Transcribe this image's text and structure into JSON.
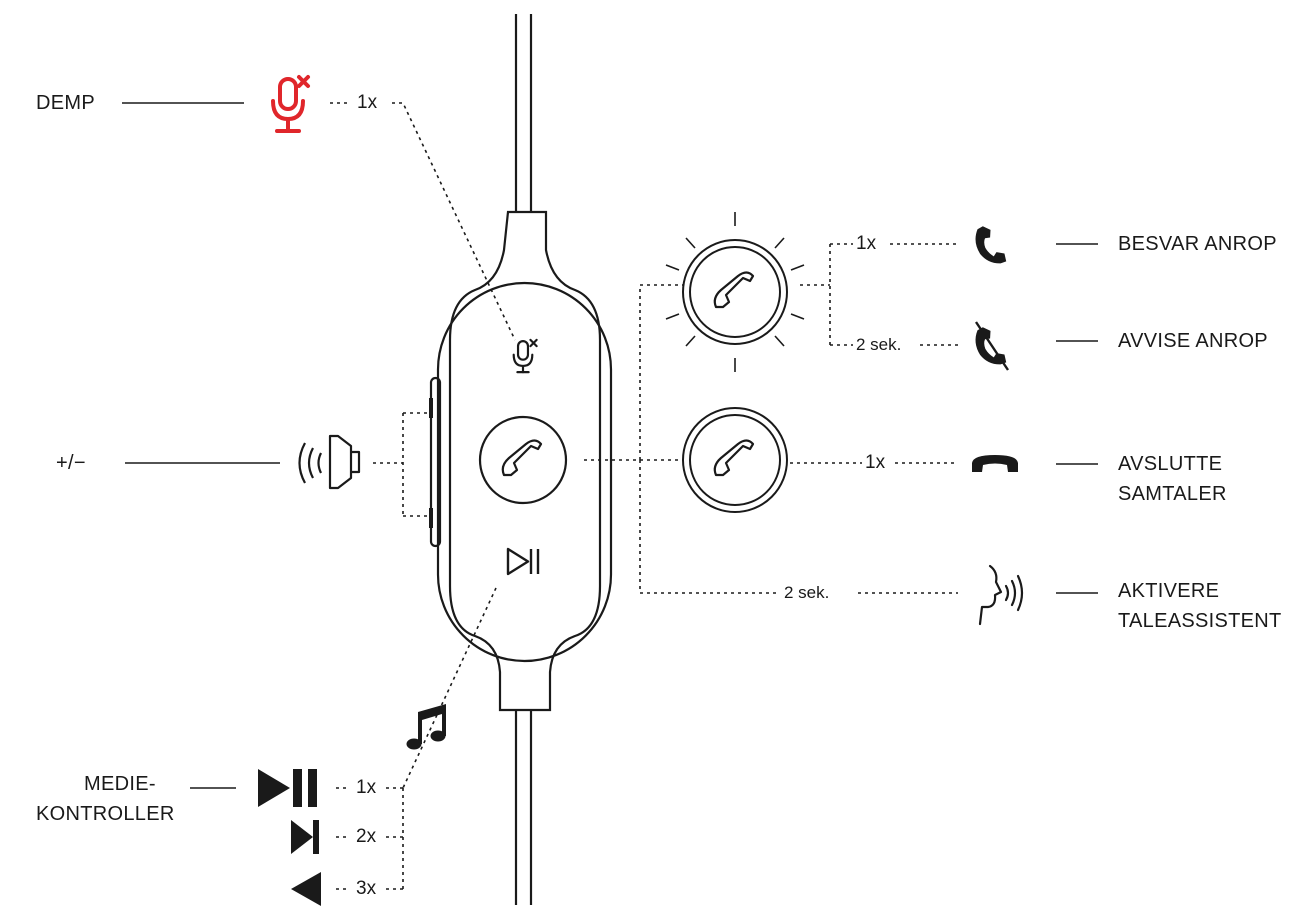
{
  "labels": {
    "mute": "DEMP",
    "volume": "+/−",
    "answer": "BESVAR ANROP",
    "decline": "AVVISE ANROP",
    "end_1": "AVSLUTTE",
    "end_2": "SAMTALER",
    "assistant_1": "AKTIVERE",
    "assistant_2": "TALEASSISTENT",
    "media_1": "MEDIE-",
    "media_2": "KONTROLLER"
  },
  "counts": {
    "mute": "1x",
    "answer": "1x",
    "decline": "2 sek.",
    "end": "1x",
    "assistant": "2 sek.",
    "media_play": "1x",
    "media_next": "2x",
    "media_prev": "3x"
  },
  "colors": {
    "ink": "#1a1a1a",
    "mute_accent": "#e0262b"
  },
  "icons": {
    "mute": "microphone-mute-icon",
    "volume": "speaker-volume-icon",
    "call": "phone-handset-icon",
    "answer": "phone-answer-icon",
    "decline": "phone-decline-icon",
    "end": "phone-hangup-icon",
    "assistant": "voice-assistant-icon",
    "music": "music-note-icon",
    "play_pause": "play-pause-icon",
    "next": "skip-next-icon",
    "prev": "skip-previous-icon"
  }
}
